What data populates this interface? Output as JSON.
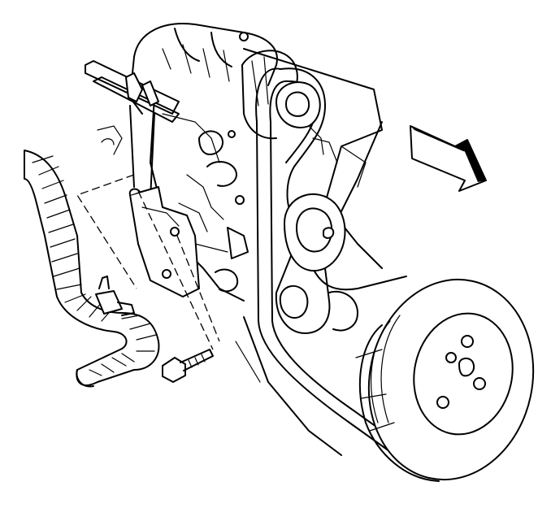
{
  "figure": {
    "kind": "line-art technical illustration",
    "components": [
      "generator",
      "drive-belt",
      "belt-tensioner",
      "idler-pulley",
      "crankshaft-pulley",
      "mounting-bracket",
      "bolt",
      "wiring-harness-conduit",
      "harness-clip",
      "coolant-tube",
      "direction-arrow"
    ],
    "colors": {
      "line": "#000000",
      "background": "#ffffff"
    }
  }
}
